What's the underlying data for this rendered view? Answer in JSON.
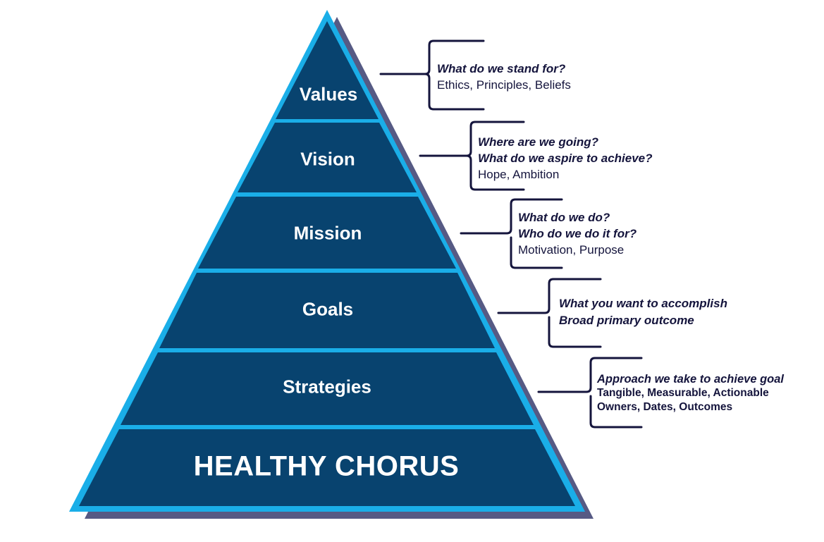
{
  "colors": {
    "layer_fill": "#08436f",
    "outline": "#1aaee8",
    "shadow": "#565a84",
    "bracket": "#14143c",
    "label_text": "#ffffff"
  },
  "pyramid": {
    "layers": [
      {
        "label": "Values"
      },
      {
        "label": "Vision"
      },
      {
        "label": "Mission"
      },
      {
        "label": "Goals"
      },
      {
        "label": "Strategies"
      },
      {
        "label": "HEALTHY CHORUS"
      }
    ]
  },
  "annotations": {
    "values": {
      "question": "What do we stand for?",
      "detail": "Ethics, Principles, Beliefs"
    },
    "vision": {
      "question1": "Where are we going?",
      "question2": "What do we aspire to achieve?",
      "detail": "Hope, Ambition"
    },
    "mission": {
      "question1": "What do we do?",
      "question2": "Who do we do it for?",
      "detail": "Motivation, Purpose"
    },
    "goals": {
      "line1": "What you want to accomplish",
      "line2": "Broad primary outcome"
    },
    "strategies": {
      "question": "Approach we take to achieve goal",
      "detail1": "Tangible, Measurable, Actionable",
      "detail2": "Owners, Dates, Outcomes"
    }
  }
}
